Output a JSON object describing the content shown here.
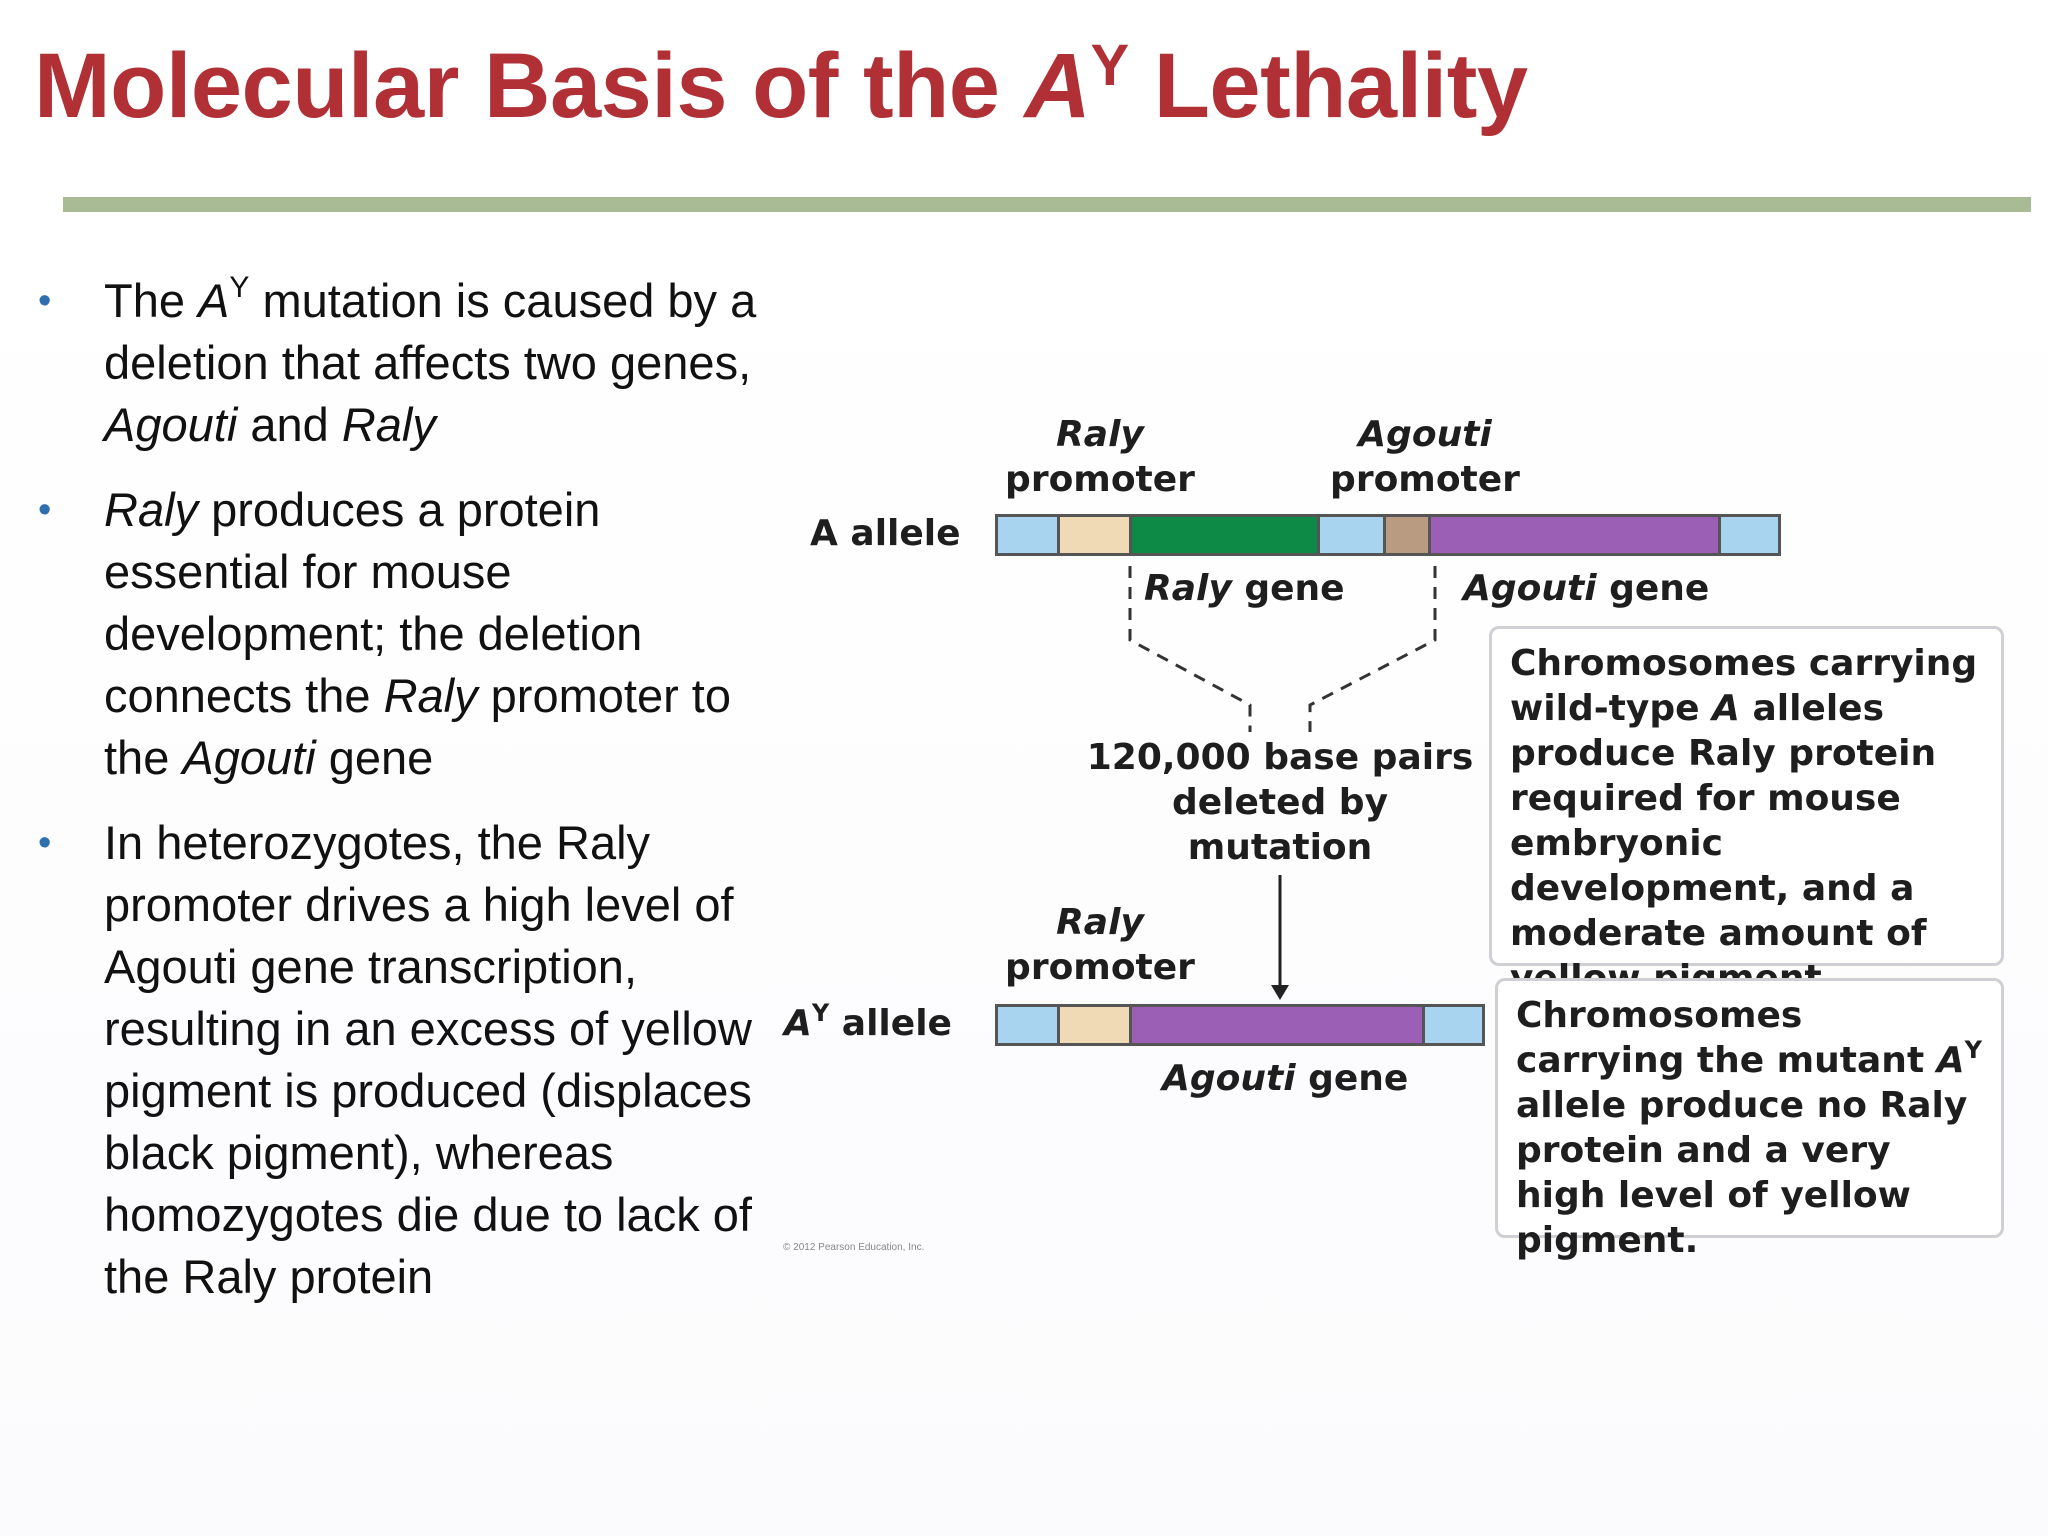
{
  "slide": {
    "title_pre": "Molecular Basis of the ",
    "title_allele": "A",
    "title_sup": "Y",
    "title_post": " Lethality"
  },
  "bullets": {
    "b1_a": "The ",
    "b1_allele": "A",
    "b1_sup": "Y",
    "b1_b": " mutation is caused by a deletion that affects two genes, ",
    "b1_agouti": "Agouti",
    "b1_c": " and ",
    "b1_raly": "Raly",
    "b2_raly": "Raly",
    "b2_a": " produces a protein essential for mouse development; the deletion connects the ",
    "b2_raly2": "Raly",
    "b2_b": " promoter to the ",
    "b2_agouti": "Agouti",
    "b2_c": " gene",
    "b3": "In heterozygotes, the Raly promoter drives a high level of Agouti gene transcription, resulting in an excess of yellow pigment is produced (displaces black pigment), whereas homozygotes die due to lack of the Raly protein"
  },
  "diagram": {
    "raly_promoter_top_1": "Raly",
    "raly_promoter_top_2": "promoter",
    "agouti_promoter_1": "Agouti",
    "agouti_promoter_2": "promoter",
    "a_allele_label": "A allele",
    "raly_gene_italic": "Raly",
    "raly_gene_word": " gene",
    "agouti_gene_italic": "Agouti",
    "agouti_gene_word": " gene",
    "deletion_1": "120,000 base pairs",
    "deletion_2": "deleted by",
    "deletion_3": "mutation",
    "raly_promoter_bottom_1": "Raly",
    "raly_promoter_bottom_2": "promoter",
    "ay_allele_A": "A",
    "ay_allele_sup": "Y",
    "ay_allele_word": " allele",
    "agouti_gene_bottom_italic": "Agouti",
    "agouti_gene_bottom_word": " gene",
    "box1_a": "Chromosomes carrying wild-type ",
    "box1_A": "A",
    "box1_b": " alleles produce Raly protein required for mouse embryonic development, and a moderate amount of yellow pigment.",
    "box2_a": "Chromosomes carrying the mutant ",
    "box2_A": "A",
    "box2_sup": "Y",
    "box2_b": " allele produce no Raly protein and a very high level of yellow pigment.",
    "credit": "© 2012 Pearson Education, Inc."
  },
  "colors": {
    "title": "#b03035",
    "rule": "#a9bb95",
    "bullet_dot": "#2f6faf",
    "segment_light_blue": "#a9d4ef",
    "segment_tan": "#f0d9b5",
    "segment_green": "#0d8a45",
    "segment_brown": "#b89b80",
    "segment_purple": "#9b5fb5"
  }
}
